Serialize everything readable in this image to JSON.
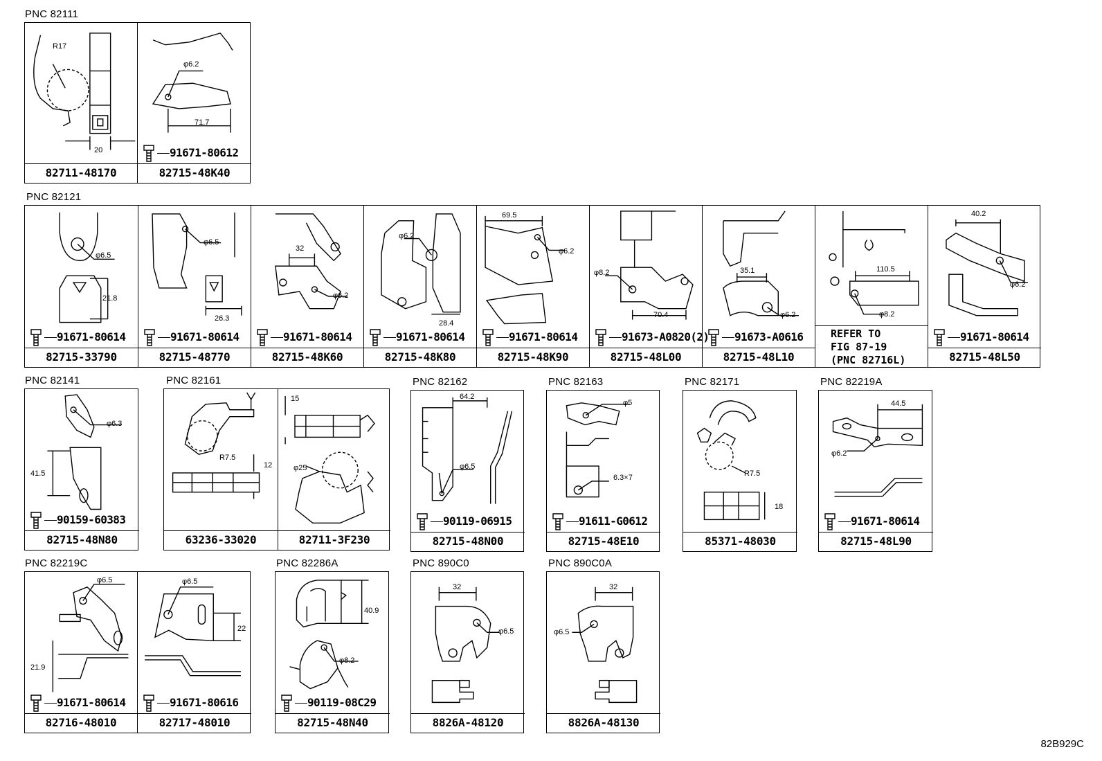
{
  "diagram_code": "82B929C",
  "groups": [
    {
      "pnc": "PNC 82111",
      "cells": [
        {
          "part": "82711-48170",
          "dims": [
            "R17",
            "20"
          ]
        },
        {
          "part": "82715-48K40",
          "bolt": "91671-80612",
          "dims": [
            "φ6.2",
            "71.7"
          ]
        }
      ]
    },
    {
      "pnc": "PNC 82121",
      "cells": [
        {
          "part": "82715-33790",
          "bolt": "91671-80614",
          "dims": [
            "φ6.5",
            "21.8"
          ]
        },
        {
          "part": "82715-48770",
          "bolt": "91671-80614",
          "dims": [
            "φ6.5",
            "26.3"
          ]
        },
        {
          "part": "82715-48K60",
          "bolt": "91671-80614",
          "dims": [
            "32",
            "φ6.2"
          ]
        },
        {
          "part": "82715-48K80",
          "bolt": "91671-80614",
          "dims": [
            "φ6.2",
            "28.4"
          ]
        },
        {
          "part": "82715-48K90",
          "bolt": "91671-80614",
          "dims": [
            "69.5",
            "φ6.2"
          ]
        },
        {
          "part": "82715-48L00",
          "bolt": "91673-A0820(2)",
          "dims": [
            "φ8.2",
            "70.4"
          ]
        },
        {
          "part": "82715-48L10",
          "bolt": "91673-A0616",
          "dims": [
            "35.1",
            "φ6.2"
          ]
        },
        {
          "refer": [
            "REFER TO",
            "FIG 87-19",
            "(PNC 82716L)"
          ],
          "dims": [
            "110.5",
            "φ8.2"
          ]
        },
        {
          "part": "82715-48L50",
          "bolt": "91671-80614",
          "dims": [
            "40.2",
            "φ6.2"
          ]
        }
      ]
    },
    {
      "pnc": "PNC 82141",
      "cells": [
        {
          "part": "82715-48N80",
          "bolt": "90159-60383",
          "dims": [
            "φ6.3",
            "41.5"
          ]
        }
      ]
    },
    {
      "pnc": "PNC 82161",
      "cells": [
        {
          "part": "63236-33020",
          "dims": [
            "R7.5",
            "12"
          ]
        },
        {
          "part": "82711-3F230",
          "dims": [
            "15",
            "φ25"
          ]
        }
      ]
    },
    {
      "pnc": "PNC 82162",
      "cells": [
        {
          "part": "82715-48N00",
          "bolt": "90119-06915",
          "dims": [
            "64.2",
            "φ6.5"
          ]
        }
      ]
    },
    {
      "pnc": "PNC 82163",
      "cells": [
        {
          "part": "82715-48E10",
          "bolt": "91611-G0612",
          "dims": [
            "φ5",
            "6.3×7"
          ]
        }
      ]
    },
    {
      "pnc": "PNC 82171",
      "cells": [
        {
          "part": "85371-48030",
          "dims": [
            "R7.5",
            "18"
          ]
        }
      ]
    },
    {
      "pnc": "PNC 82219A",
      "cells": [
        {
          "part": "82715-48L90",
          "bolt": "91671-80614",
          "dims": [
            "44.5",
            "φ6.2"
          ]
        }
      ]
    },
    {
      "pnc": "PNC 82219C",
      "cells": [
        {
          "part": "82716-48010",
          "bolt": "91671-80614",
          "dims": [
            "φ6.5",
            "21.9"
          ]
        },
        {
          "part": "82717-48010",
          "bolt": "91671-80616",
          "dims": [
            "φ6.5",
            "22"
          ]
        }
      ]
    },
    {
      "pnc": "PNC 82286A",
      "cells": [
        {
          "part": "82715-48N40",
          "bolt": "90119-08C29",
          "dims": [
            "40.9",
            "φ8.2"
          ]
        }
      ]
    },
    {
      "pnc": "PNC 890C0",
      "cells": [
        {
          "part": "8826A-48120",
          "dims": [
            "32",
            "φ6.5"
          ]
        }
      ]
    },
    {
      "pnc": "PNC 890C0A",
      "cells": [
        {
          "part": "8826A-48130",
          "dims": [
            "32",
            "φ6.5"
          ]
        }
      ]
    }
  ]
}
